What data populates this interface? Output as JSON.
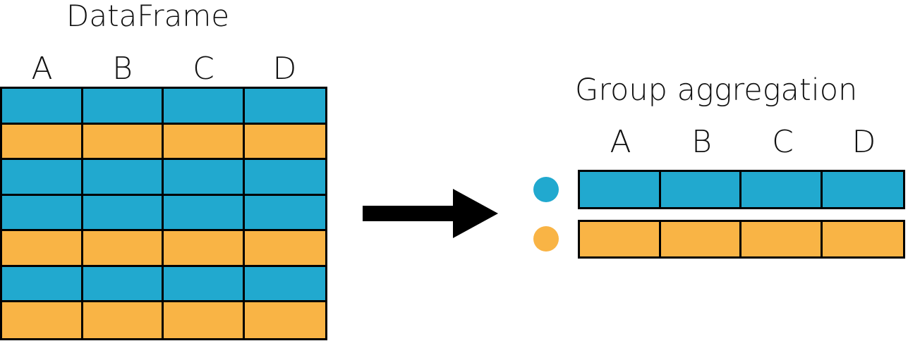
{
  "colors": {
    "blue": "#21a9cf",
    "orange": "#f9b445",
    "arrow": "#000000"
  },
  "dataframe": {
    "title": "DataFrame",
    "columns": [
      "A",
      "B",
      "C",
      "D"
    ],
    "rows": [
      "blue",
      "orange",
      "blue",
      "blue",
      "orange",
      "blue",
      "orange"
    ]
  },
  "arrow": {
    "icon": "right-arrow-icon"
  },
  "aggregation": {
    "title": "Group aggregation",
    "columns": [
      "A",
      "B",
      "C",
      "D"
    ],
    "groups": [
      {
        "dot_icon": "blue-circle-icon",
        "color": "blue"
      },
      {
        "dot_icon": "orange-circle-icon",
        "color": "orange"
      }
    ]
  }
}
